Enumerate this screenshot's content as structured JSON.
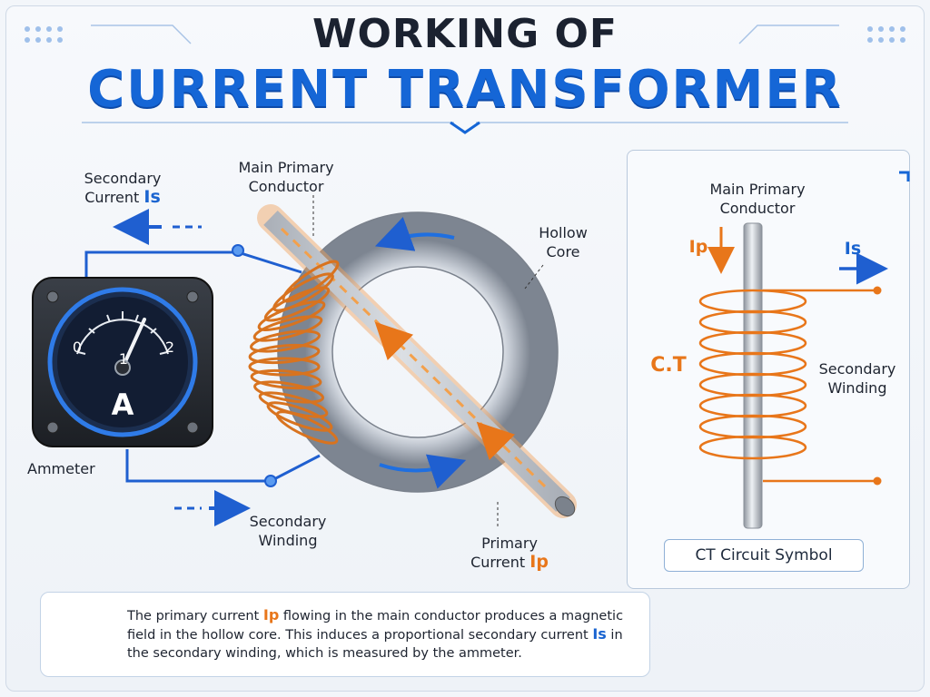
{
  "header": {
    "title_line1": "WORKING OF",
    "title_line2": "CURRENT TRANSFORMER"
  },
  "labels": {
    "secondary_current_line1": "Secondary",
    "secondary_current_line2": "Current",
    "is_symbol": "Is",
    "main_primary_line1": "Main Primary",
    "main_primary_line2": "Conductor",
    "hollow_core_line1": "Hollow",
    "hollow_core_line2": "Core",
    "ammeter": "Ammeter",
    "secondary_winding_line1": "Secondary",
    "secondary_winding_line2": "Winding",
    "primary_current_line1": "Primary",
    "primary_current_line2": "Current",
    "ip_symbol": "Ip"
  },
  "ammeter": {
    "scale_0": "0",
    "scale_1": "1",
    "scale_2": "2",
    "unit": "A"
  },
  "symbol_panel": {
    "main_primary_line1": "Main Primary",
    "main_primary_line2": "Conductor",
    "ip_symbol": "Ip",
    "is_symbol": "Is",
    "ct_label": "C.T",
    "secondary_winding_line1": "Secondary",
    "secondary_winding_line2": "Winding",
    "caption": "CT Circuit Symbol"
  },
  "info": {
    "part1": "The primary current ",
    "ip": "Ip",
    "part2": " flowing in the main conductor produces a magnetic field in the hollow core. This induces a proportional secondary current ",
    "is": "Is",
    "part3": " in the secondary winding, which is measured by the ammeter.",
    "icon": "lightbulb-icon"
  },
  "colors": {
    "accent_blue": "#1566d6",
    "copper": "#e8761a",
    "wire": "#1f5fd0"
  }
}
